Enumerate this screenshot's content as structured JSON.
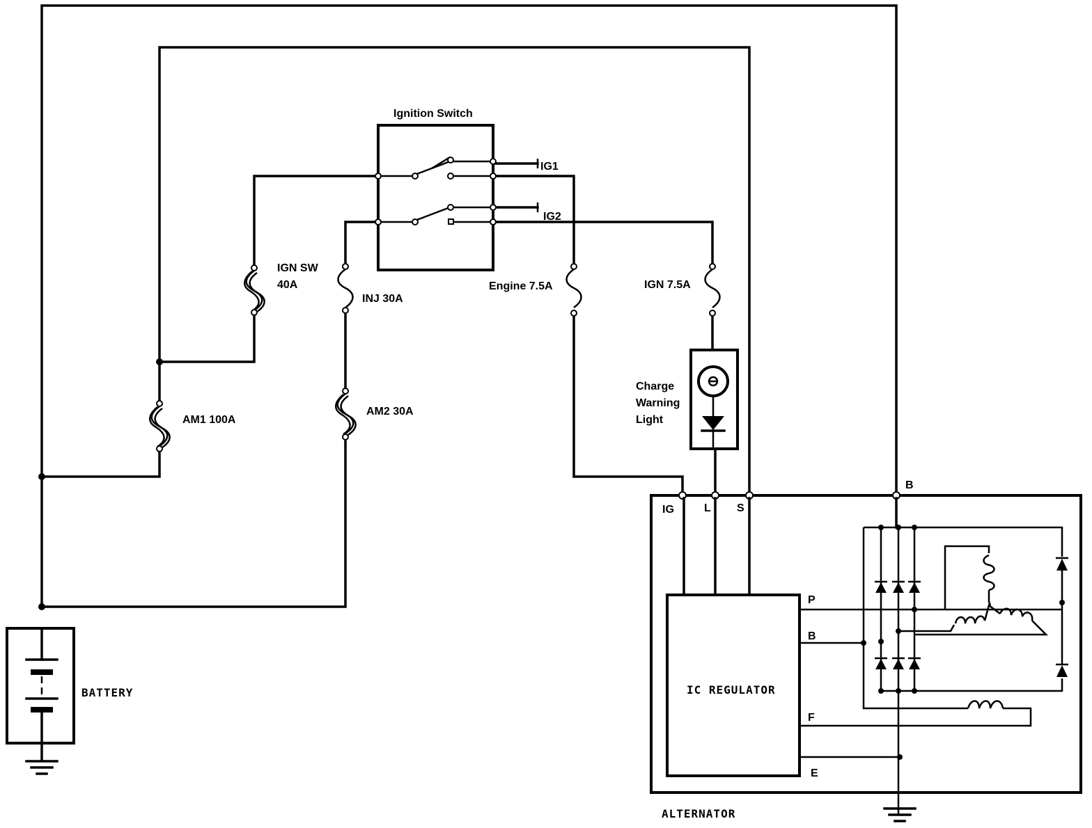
{
  "labels": {
    "ignition_switch": "Ignition Switch",
    "ig1": "IG1",
    "ig2": "IG2",
    "ign_sw_1": "IGN SW",
    "ign_sw_2": "40A",
    "inj": "INJ 30A",
    "engine_fuse": "Engine 7.5A",
    "ign_fuse": "IGN 7.5A",
    "charge_1": "Charge",
    "charge_2": "Warning",
    "charge_3": "Light",
    "am1": "AM1 100A",
    "am2": "AM2 30A",
    "battery": "BATTERY",
    "alternator": "ALTERNATOR",
    "ic_regulator": "IC REGULATOR",
    "term_ig": "IG",
    "term_l": "L",
    "term_s": "S",
    "term_b_top": "B",
    "reg_p": "P",
    "reg_b": "B",
    "reg_f": "F",
    "reg_e": "E"
  }
}
